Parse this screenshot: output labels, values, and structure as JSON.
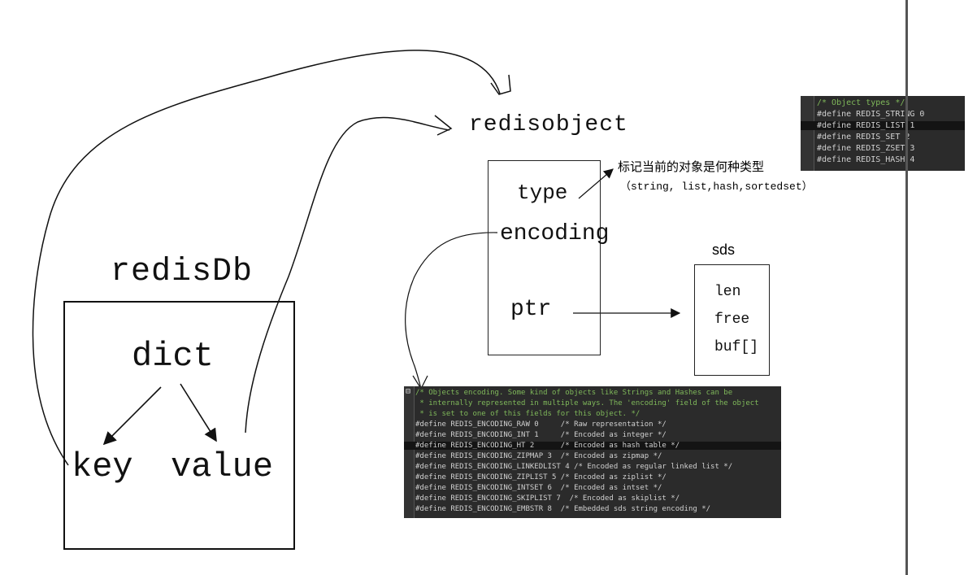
{
  "diagram": {
    "redisobject_title": "redisobject",
    "redisdb_title": "redisDb",
    "dict_label": "dict",
    "key_label": "key",
    "value_label": "value",
    "type_label": "type",
    "encoding_label": "encoding",
    "ptr_label": "ptr",
    "sds_title": "sds",
    "sds_fields": [
      "len",
      "free",
      "buf[]"
    ],
    "type_note": "标记当前的对象是何种类型",
    "type_note_examples": "（string, list,hash,sortedset）"
  },
  "types_panel": {
    "lines": [
      {
        "text": "/* Object types */",
        "kind": "comment"
      },
      {
        "text": "#define REDIS_STRING 0",
        "kind": "define"
      },
      {
        "text": "#define REDIS_LIST 1",
        "kind": "define",
        "highlight": true
      },
      {
        "text": "#define REDIS_SET 2",
        "kind": "define"
      },
      {
        "text": "#define REDIS_ZSET 3",
        "kind": "define"
      },
      {
        "text": "#define REDIS_HASH 4",
        "kind": "define"
      }
    ]
  },
  "encoding_panel": {
    "fold_marker": "⊟",
    "lines": [
      {
        "text": "/* Objects encoding. Some kind of objects like Strings and Hashes can be",
        "kind": "comment"
      },
      {
        "text": " * internally represented in multiple ways. The 'encoding' field of the object",
        "kind": "comment"
      },
      {
        "text": " * is set to one of this fields for this object. */",
        "kind": "comment"
      },
      {
        "text": "#define REDIS_ENCODING_RAW 0     /* Raw representation */",
        "kind": "define"
      },
      {
        "text": "#define REDIS_ENCODING_INT 1     /* Encoded as integer */",
        "kind": "define"
      },
      {
        "text": "#define REDIS_ENCODING_HT 2      /* Encoded as hash table */",
        "kind": "define",
        "highlight": true
      },
      {
        "text": "#define REDIS_ENCODING_ZIPMAP 3  /* Encoded as zipmap */",
        "kind": "define"
      },
      {
        "text": "#define REDIS_ENCODING_LINKEDLIST 4 /* Encoded as regular linked list */",
        "kind": "define"
      },
      {
        "text": "#define REDIS_ENCODING_ZIPLIST 5 /* Encoded as ziplist */",
        "kind": "define"
      },
      {
        "text": "#define REDIS_ENCODING_INTSET 6  /* Encoded as intset */",
        "kind": "define"
      },
      {
        "text": "#define REDIS_ENCODING_SKIPLIST 7  /* Encoded as skiplist */",
        "kind": "define"
      },
      {
        "text": "#define REDIS_ENCODING_EMBSTR 8  /* Embedded sds string encoding */",
        "kind": "define"
      }
    ]
  }
}
